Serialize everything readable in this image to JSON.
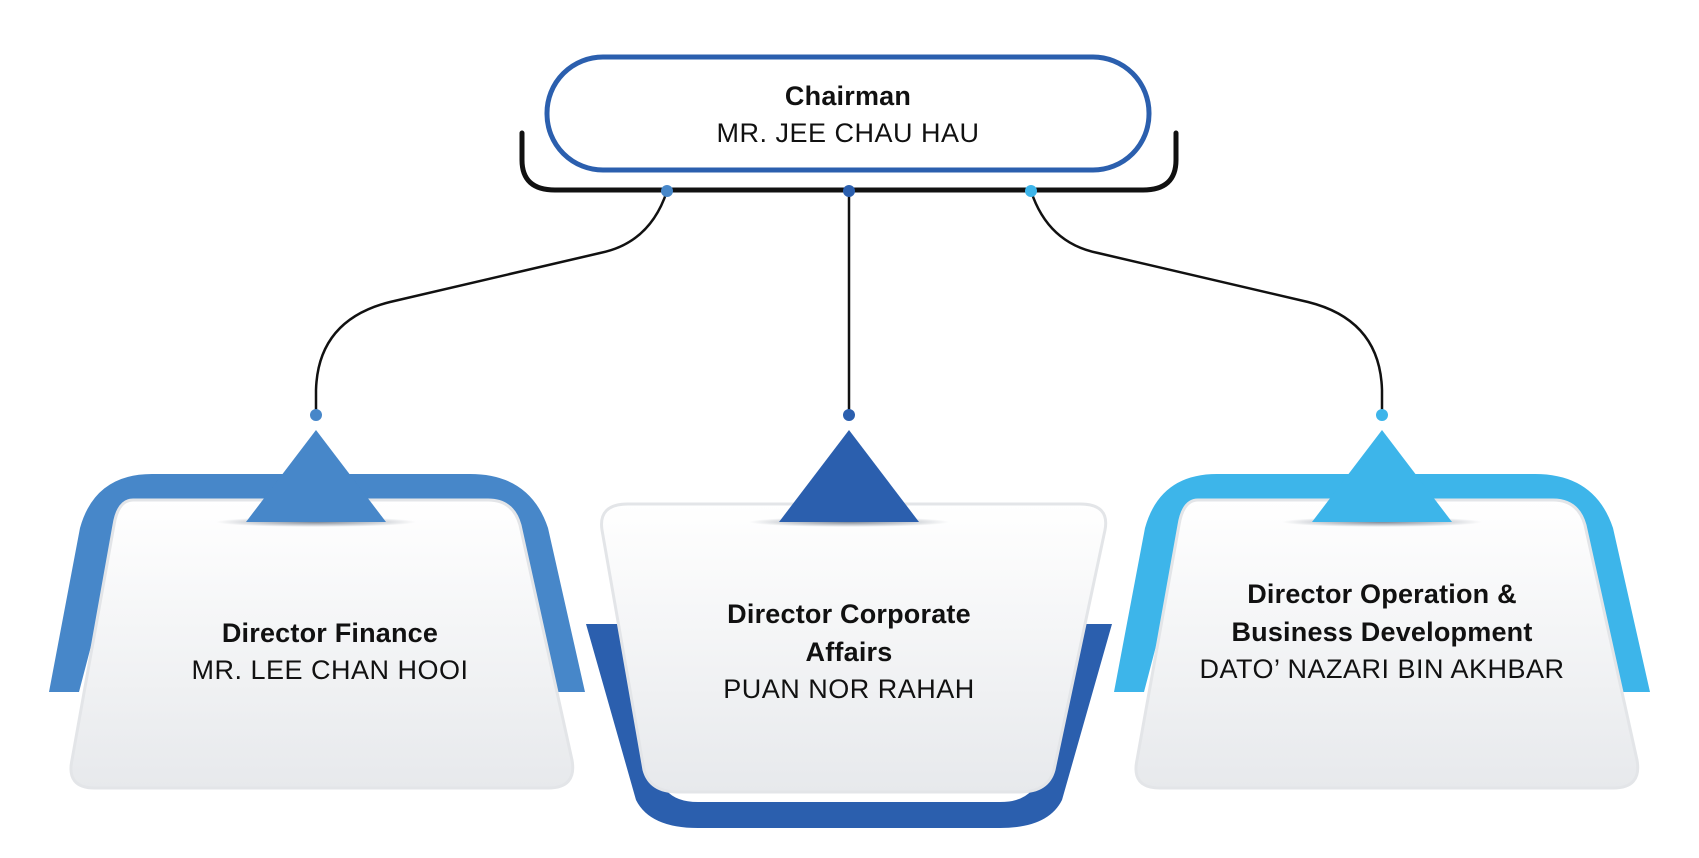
{
  "chairman": {
    "role": "Chairman",
    "name": "MR. JEE CHAU HAU"
  },
  "directors": [
    {
      "role": "Director Finance",
      "name": "MR. LEE CHAN HOOI",
      "accent": "#4787C9"
    },
    {
      "role": "Director Corporate Affairs",
      "name": "PUAN NOR RAHAH",
      "accent": "#2B5FAE"
    },
    {
      "role": "Director Operation & Business Development",
      "name": "DATO’ NAZARI BIN AKHBAR",
      "accent": "#3DB5EA"
    }
  ],
  "colors": {
    "connector": "#111111",
    "chairman_border": "#2B5FAE",
    "card_fill": "#F4F5F7"
  }
}
